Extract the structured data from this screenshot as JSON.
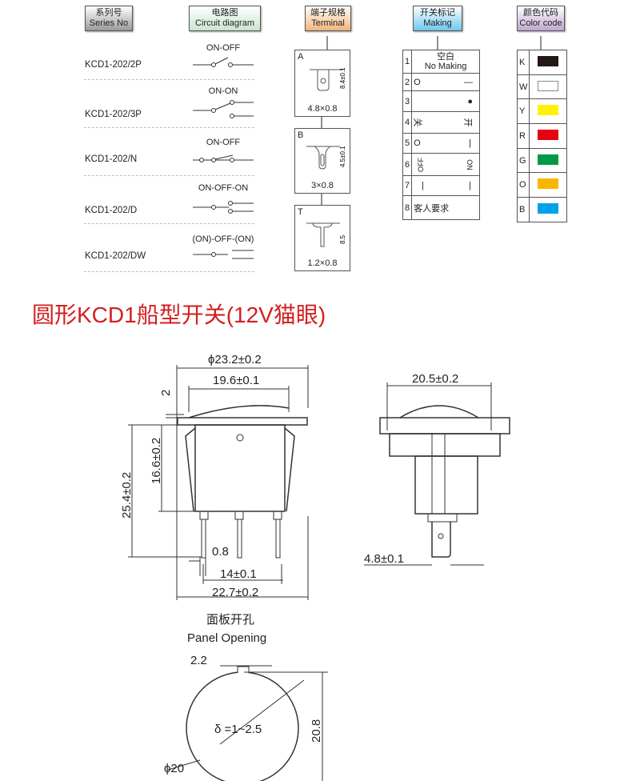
{
  "headers": {
    "series": {
      "zh": "系列号",
      "en": "Series No"
    },
    "circuit": {
      "zh": "电路图",
      "en": "Circuit diagram"
    },
    "terminal": {
      "zh": "端子规格",
      "en": "Terminal"
    },
    "making": {
      "zh": "开关标记",
      "en": "Making"
    },
    "color": {
      "zh": "颜色代码",
      "en": "Color code"
    }
  },
  "series": [
    {
      "model": "KCD1-202/2P",
      "circuit": "ON-OFF"
    },
    {
      "model": "KCD1-202/3P",
      "circuit": "ON-ON"
    },
    {
      "model": "KCD1-202/N",
      "circuit": "ON-OFF"
    },
    {
      "model": "KCD1-202/D",
      "circuit": "ON-OFF-ON"
    },
    {
      "model": "KCD1-202/DW",
      "circuit": "(ON)-OFF-(ON)"
    }
  ],
  "terminals": [
    {
      "letter": "A",
      "height": "8.4±0.1",
      "size": "4.8×0.8"
    },
    {
      "letter": "B",
      "height": "4.5±0.1",
      "size": "3×0.8"
    },
    {
      "letter": "T",
      "height": "8.5",
      "size": "1.2×0.8"
    }
  ],
  "making": [
    {
      "no": "1",
      "left": "空白",
      "right": "No Making"
    },
    {
      "no": "2",
      "left": "O",
      "right": "—"
    },
    {
      "no": "3",
      "left": "",
      "right": "●"
    },
    {
      "no": "4",
      "left": "关",
      "right": "开"
    },
    {
      "no": "5",
      "left": "O",
      "right": "|"
    },
    {
      "no": "6",
      "left": "OFF",
      "right": "ON"
    },
    {
      "no": "7",
      "left": "|",
      "right": "|"
    },
    {
      "no": "8",
      "left": "客人要求",
      "right": ""
    }
  ],
  "colors": [
    {
      "code": "K",
      "hex": "#231815"
    },
    {
      "code": "W",
      "hex": "#ffffff"
    },
    {
      "code": "Y",
      "hex": "#fff200"
    },
    {
      "code": "R",
      "hex": "#e60012"
    },
    {
      "code": "G",
      "hex": "#009944"
    },
    {
      "code": "O",
      "hex": "#f8b500"
    },
    {
      "code": "B",
      "hex": "#00a0e9"
    }
  ],
  "title": "圆形KCD1船型开关(12V猫眼)",
  "dims": {
    "outer_dia": "ϕ23.2±0.2",
    "width": "19.6±0.1",
    "thick": "2",
    "body_h": "16.6±0.2",
    "total_h": "25.4±0.2",
    "pin": "0.8",
    "pitch": "14±0.1",
    "base": "22.7±0.2",
    "side_w": "20.5±0.2",
    "term_w": "4.8±0.1"
  },
  "panel": {
    "zh": "面板开孔",
    "en": "Panel Opening",
    "key": "2.2",
    "delta": "δ =1~2.5",
    "h": "20.8",
    "dia": "ϕ20"
  }
}
